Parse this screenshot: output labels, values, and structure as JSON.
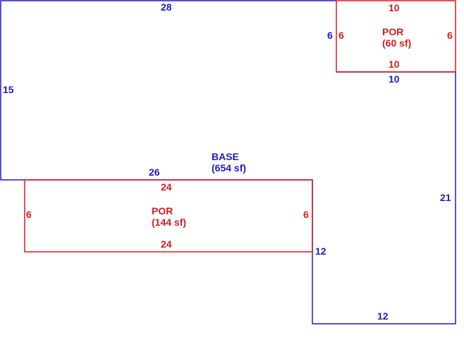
{
  "colors": {
    "base": "#1a1acc",
    "porch": "#dd1a1a"
  },
  "base": {
    "name": "BASE",
    "area": "(654 sf)",
    "dims": {
      "top": "28",
      "left": "15",
      "porch_side": "6",
      "porch_bottom": "10",
      "right": "21",
      "bottom": "12",
      "inner_vertical": "12",
      "inner_horizontal": "26"
    }
  },
  "porch_top": {
    "name": "POR",
    "area": "(60 sf)",
    "dims": {
      "top": "10",
      "left": "6",
      "right": "6",
      "bottom": "10"
    }
  },
  "porch_bottom": {
    "name": "POR",
    "area": "(144 sf)",
    "dims": {
      "top": "24",
      "left": "6",
      "right": "6",
      "bottom": "24"
    }
  }
}
